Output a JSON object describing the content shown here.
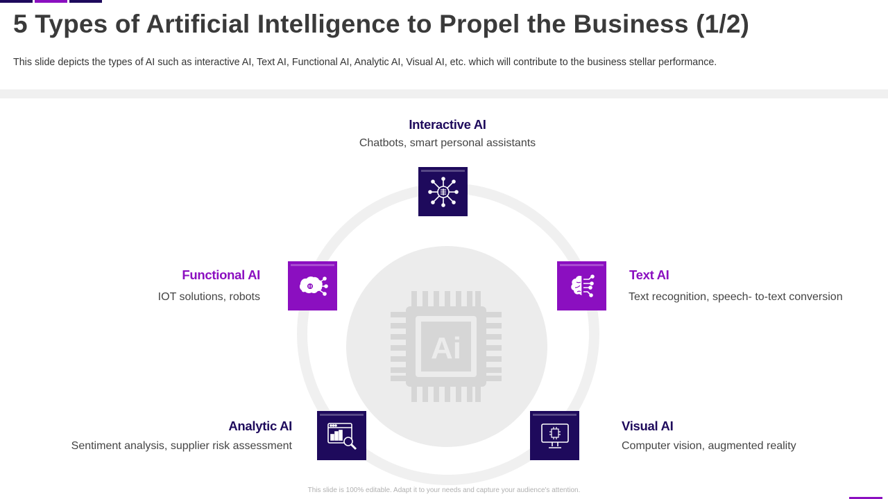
{
  "slide": {
    "title": "5 Types of Artificial Intelligence to Propel the Business (1/2)",
    "subtitle": "This slide depicts the types of AI such as interactive AI, Text AI, Functional AI, Analytic AI, Visual AI, etc. which will contribute to the business stellar performance.",
    "center_label": "Ai",
    "footer": "This slide is 100% editable. Adapt it to your needs and capture your audience's attention."
  },
  "types": {
    "interactive": {
      "name": "Interactive AI",
      "desc": "Chatbots, smart personal assistants",
      "icon": "brain-network-icon"
    },
    "functional": {
      "name": "Functional AI",
      "desc": "IOT solutions, robots",
      "icon": "circuit-head-icon"
    },
    "text": {
      "name": "Text AI",
      "desc": "Text recognition, speech- to-text conversion",
      "icon": "brain-circuit-icon"
    },
    "analytic": {
      "name": "Analytic AI",
      "desc": "Sentiment analysis, supplier risk assessment",
      "icon": "dashboard-magnifier-icon"
    },
    "visual": {
      "name": "Visual AI",
      "desc": "Computer vision, augmented reality",
      "icon": "monitor-chip-icon"
    }
  },
  "colors": {
    "navy": "#1e0a5c",
    "purple": "#8b0fc0",
    "light_gray": "#f0f0f0"
  }
}
